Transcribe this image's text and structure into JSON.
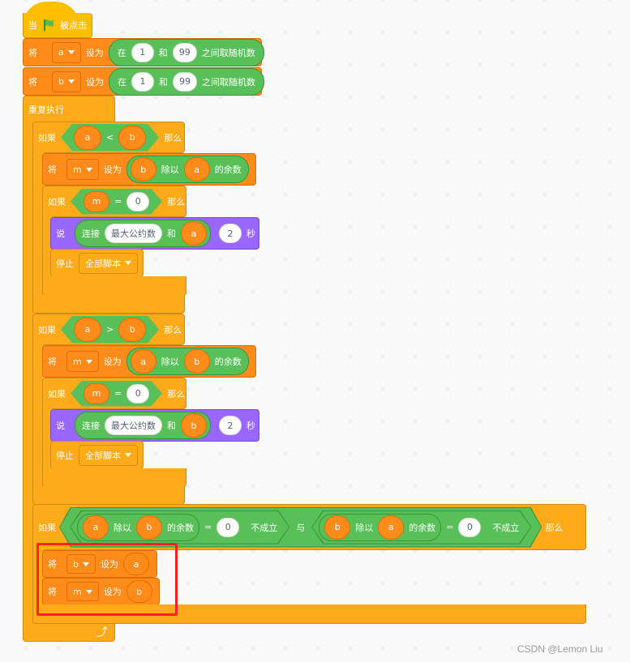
{
  "script": {
    "hat": {
      "when": "当",
      "clicked": "被点击",
      "icon": "green-flag-icon"
    },
    "set_a": {
      "set": "将",
      "var": "a",
      "to": "设为",
      "in": "在",
      "from": "1",
      "and": "和",
      "upto": "99",
      "random": "之间取随机数"
    },
    "set_b": {
      "set": "将",
      "var": "b",
      "to": "设为",
      "in": "在",
      "from": "1",
      "and": "和",
      "upto": "99",
      "random": "之间取随机数"
    },
    "forever": {
      "label": "重复执行"
    },
    "if1": {
      "if": "如果",
      "left": "a",
      "op": "<",
      "right": "b",
      "then": "那么",
      "set_m": {
        "set": "将",
        "var": "m",
        "to": "设为",
        "left": "b",
        "mod": "除以",
        "right": "a",
        "remainder": "的余数"
      },
      "inner_if": {
        "if": "如果",
        "left": "m",
        "op": "=",
        "right": "0",
        "then": "那么"
      },
      "say": {
        "say": "说",
        "join": "连接",
        "text": "最大公约数",
        "and": "和",
        "var": "a",
        "secs": "2",
        "sec_label": "秒"
      },
      "stop": {
        "stop": "停止",
        "option": "全部脚本"
      }
    },
    "if2": {
      "if": "如果",
      "left": "a",
      "op": ">",
      "right": "b",
      "then": "那么",
      "set_m": {
        "set": "将",
        "var": "m",
        "to": "设为",
        "left": "a",
        "mod": "除以",
        "right": "b",
        "remainder": "的余数"
      },
      "inner_if": {
        "if": "如果",
        "left": "m",
        "op": "=",
        "right": "0",
        "then": "那么"
      },
      "say": {
        "say": "说",
        "join": "连接",
        "text": "最大公约数",
        "and": "和",
        "var": "b",
        "secs": "2",
        "sec_label": "秒"
      },
      "stop": {
        "stop": "停止",
        "option": "全部脚本"
      }
    },
    "if3": {
      "if": "如果",
      "c1": {
        "left": "a",
        "mod": "除以",
        "right": "b",
        "remainder": "的余数",
        "eq": "=",
        "value": "0",
        "not": "不成立"
      },
      "and": "与",
      "c2": {
        "left": "b",
        "mod": "除以",
        "right": "a",
        "remainder": "的余数",
        "eq": "=",
        "value": "0",
        "not": "不成立"
      },
      "then": "那么",
      "set_b": {
        "set": "将",
        "var": "b",
        "to": "设为",
        "value": "a"
      },
      "set_m": {
        "set": "将",
        "var": "m",
        "to": "设为",
        "value": "b"
      }
    }
  },
  "highlight_color": "#FF2020",
  "watermark": "CSDN @Lemon Liu"
}
